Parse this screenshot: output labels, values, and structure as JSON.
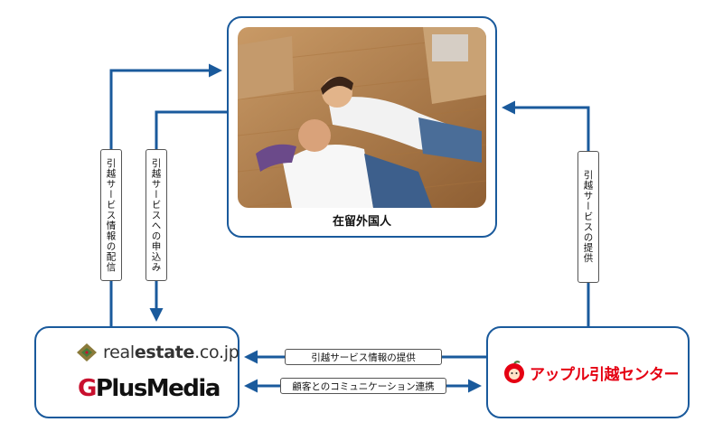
{
  "center": {
    "label": "在留外国人"
  },
  "left_logos": {
    "realestate": {
      "prefix": "real",
      "bold": "estate",
      "suffix": ".co.jp"
    },
    "gplus": {
      "g": "G",
      "plus": "Plus",
      "media": "Media"
    }
  },
  "right_logo": {
    "text": "アップル引越センター"
  },
  "flows": {
    "distribute": "引越サービス情報の配信",
    "apply": "引越サービスへの申込み",
    "provide_service": "引越サービスの提供",
    "provide_info": "引越サービス情報の提供",
    "customer_link": "顧客とのコミュニケーション連携"
  },
  "colors": {
    "arrow": "#1a5a9c",
    "accent_red": "#e50012",
    "olive": "#8a7a3a",
    "green": "#4a7a3a"
  }
}
